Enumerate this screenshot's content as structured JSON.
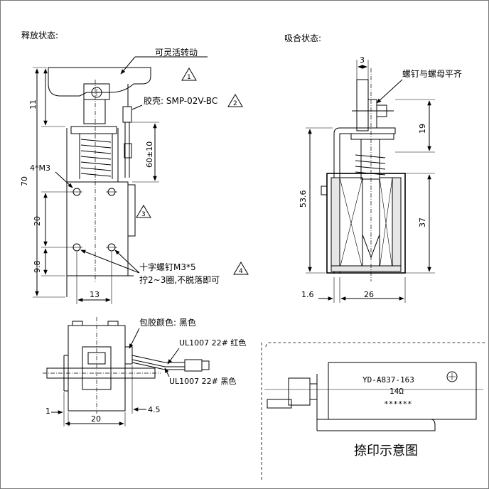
{
  "labels": {
    "release_state": "释放状态:",
    "engage_state": "吸合状态:",
    "rotatable": "可灵活转动",
    "housing": "胶壳: SMP-02V-BC",
    "screw_m3": "4*M3",
    "cross_screw": "十字螺钉M3*5",
    "tighten_note": "拧2~3圈,不脱落即可",
    "screw_flush": "螺钉与螺母平齐",
    "tape_color": "包胶颜色: 黑色",
    "wire_red": "UL1007 22# 红色",
    "wire_black": "UL1007 22# 黑色",
    "print_title": "捺印示意图",
    "model": "YD-A837-163",
    "resistance": "14Ω",
    "stars": "******"
  },
  "dimensions": {
    "d70": "70",
    "d11": "11",
    "d20": "20",
    "d9_8": "9.8",
    "d13": "13",
    "d60": "60±10",
    "d3": "3",
    "d19": "19",
    "d53_6": "53.6",
    "d37": "37",
    "d1_6": "1.6",
    "d26": "26",
    "d1": "1",
    "d20b": "20",
    "d4_5": "4.5"
  },
  "warnings": [
    "1",
    "2",
    "3",
    "4"
  ]
}
